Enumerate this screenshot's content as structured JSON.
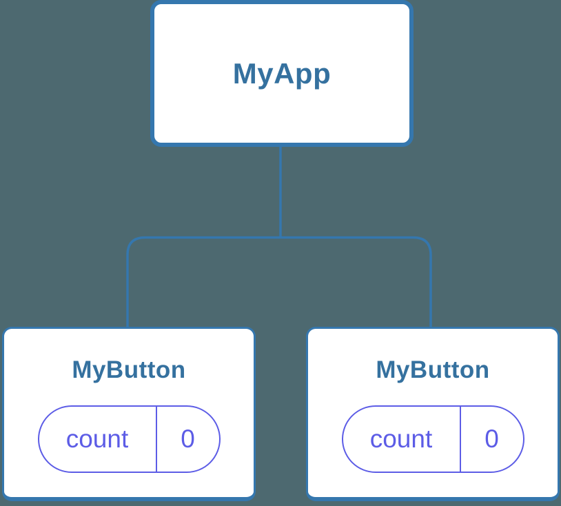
{
  "tree": {
    "root": {
      "label": "MyApp"
    },
    "children": [
      {
        "label": "MyButton",
        "state": {
          "name": "count",
          "value": "0"
        }
      },
      {
        "label": "MyButton",
        "state": {
          "name": "count",
          "value": "0"
        }
      }
    ]
  },
  "colors": {
    "background": "#4d6970",
    "connector_blue": "#3577ae",
    "label_blue": "#35719f",
    "state_purple": "#5c5ce6",
    "card_background": "#ffffff"
  }
}
